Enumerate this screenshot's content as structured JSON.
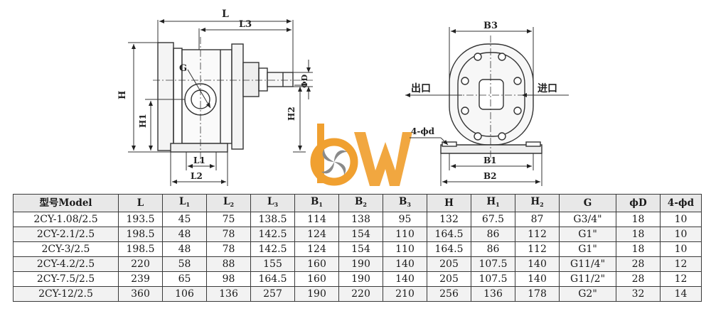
{
  "drawing": {
    "dims": {
      "L": "L",
      "L3": "L3",
      "H": "H",
      "H1": "H1",
      "H2": "H2",
      "G": "G",
      "phiD": "ΦD",
      "L1": "L1",
      "L2": "L2",
      "B3": "B3",
      "B1": "B1",
      "B2": "B2",
      "holes": "4-ϕd"
    },
    "outlet": "出口",
    "inlet": "进口"
  },
  "colors": {
    "logo_orange": "#f0a030",
    "logo_gray": "#8a8a8a",
    "line": "#333333"
  },
  "table": {
    "headers": [
      {
        "main": "型号Model",
        "sub": ""
      },
      {
        "main": "L",
        "sub": ""
      },
      {
        "main": "L",
        "sub": "1"
      },
      {
        "main": "L",
        "sub": "2"
      },
      {
        "main": "L",
        "sub": "3"
      },
      {
        "main": "B",
        "sub": "1"
      },
      {
        "main": "B",
        "sub": "2"
      },
      {
        "main": "B",
        "sub": "3"
      },
      {
        "main": "H",
        "sub": ""
      },
      {
        "main": "H",
        "sub": "1"
      },
      {
        "main": "H",
        "sub": "2"
      },
      {
        "main": "G",
        "sub": ""
      },
      {
        "main": "ϕD",
        "sub": ""
      },
      {
        "main": "4-ϕd",
        "sub": ""
      }
    ],
    "rows": [
      [
        "2CY-1.08/2.5",
        "193.5",
        "45",
        "75",
        "138.5",
        "114",
        "138",
        "95",
        "132",
        "67.5",
        "87",
        "G3/4\"",
        "18",
        "10"
      ],
      [
        "2CY-2.1/2.5",
        "198.5",
        "48",
        "78",
        "142.5",
        "124",
        "154",
        "110",
        "164.5",
        "86",
        "112",
        "G1\"",
        "18",
        "10"
      ],
      [
        "2CY-3/2.5",
        "198.5",
        "48",
        "78",
        "142.5",
        "124",
        "154",
        "110",
        "164.5",
        "86",
        "112",
        "G1\"",
        "18",
        "10"
      ],
      [
        "2CY-4.2/2.5",
        "220",
        "58",
        "88",
        "155",
        "160",
        "190",
        "140",
        "205",
        "107.5",
        "140",
        "G11/4\"",
        "28",
        "12"
      ],
      [
        "2CY-7.5/2.5",
        "239",
        "65",
        "98",
        "164.5",
        "160",
        "190",
        "140",
        "205",
        "107.5",
        "140",
        "G11/2\"",
        "28",
        "12"
      ],
      [
        "2CY-12/2.5",
        "360",
        "106",
        "136",
        "257",
        "190",
        "220",
        "210",
        "256",
        "136",
        "178",
        "G2\"",
        "32",
        "14"
      ]
    ]
  }
}
